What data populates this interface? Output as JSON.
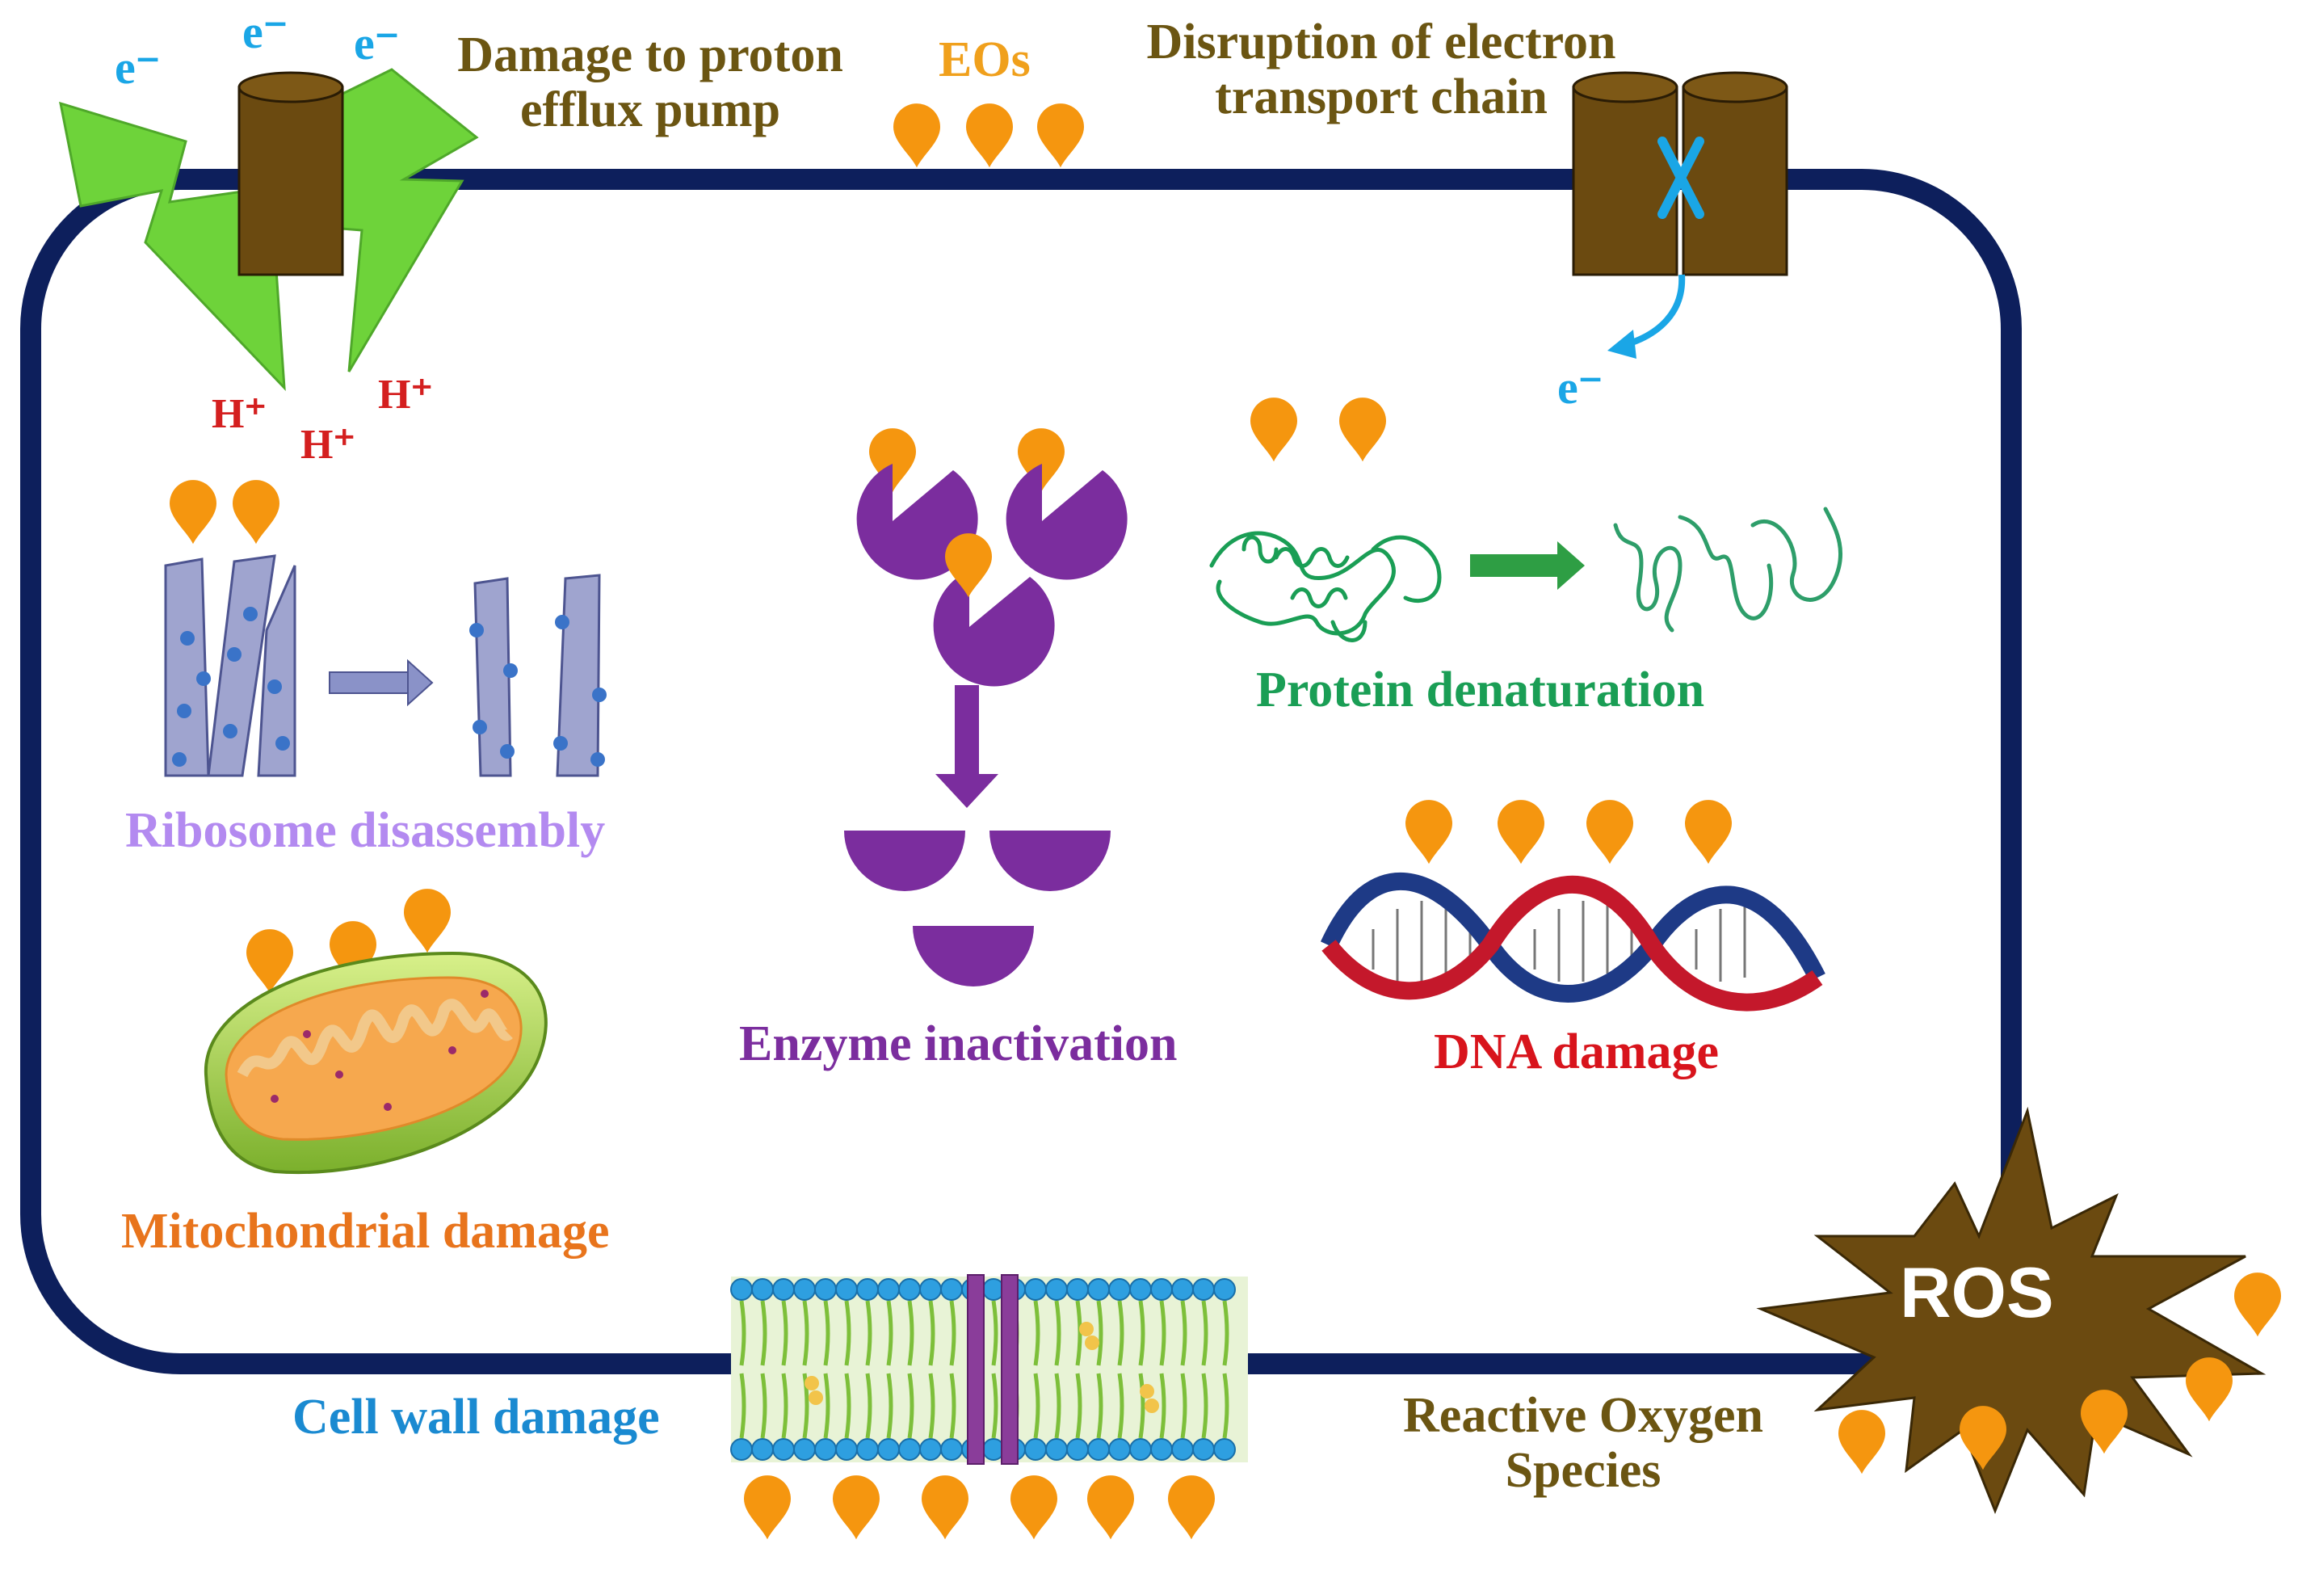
{
  "labels": {
    "electron": "e⁻",
    "proton": "H⁺",
    "proton_pump_line1": "Damage to proton",
    "proton_pump_line2": "efflux pump",
    "eos": "EOs",
    "etc_line1": "Disruption of electron",
    "etc_line2": "transport chain",
    "protein": "Protein denaturation",
    "ribosome": "Ribosome disassembly",
    "enzyme": "Enzyme inactivation",
    "dna": "DNA damage",
    "mito": "Mitochondrial damage",
    "cellwall": "Cell wall damage",
    "ros": "ROS",
    "ros_full_line1": "Reactive Oxygen",
    "ros_full_line2": "Species"
  },
  "colors": {
    "membrane": "#0d1f5c",
    "drop": "#f5960f",
    "channel": "#6b4a10",
    "bolt": "#6ed33a",
    "electron": "#1aa6e6",
    "proton": "#d41f1f",
    "pump_text": "#6b5512",
    "eos_text": "#f0a01c",
    "enzyme": "#7b2d9e",
    "protein": "#1a9e55",
    "ribosome_text": "#b38af0",
    "ribosome_strand": "#9fa4cf",
    "dna_text": "#d8141c",
    "dna_red": "#c4182b",
    "dna_blue": "#1e3a86",
    "mito_text": "#e8741c",
    "cellwall_text": "#1a8ad1",
    "lipid_head": "#2e9fe0",
    "lipid_tail": "#7dbf3a",
    "ros_star": "#6b4a10"
  }
}
